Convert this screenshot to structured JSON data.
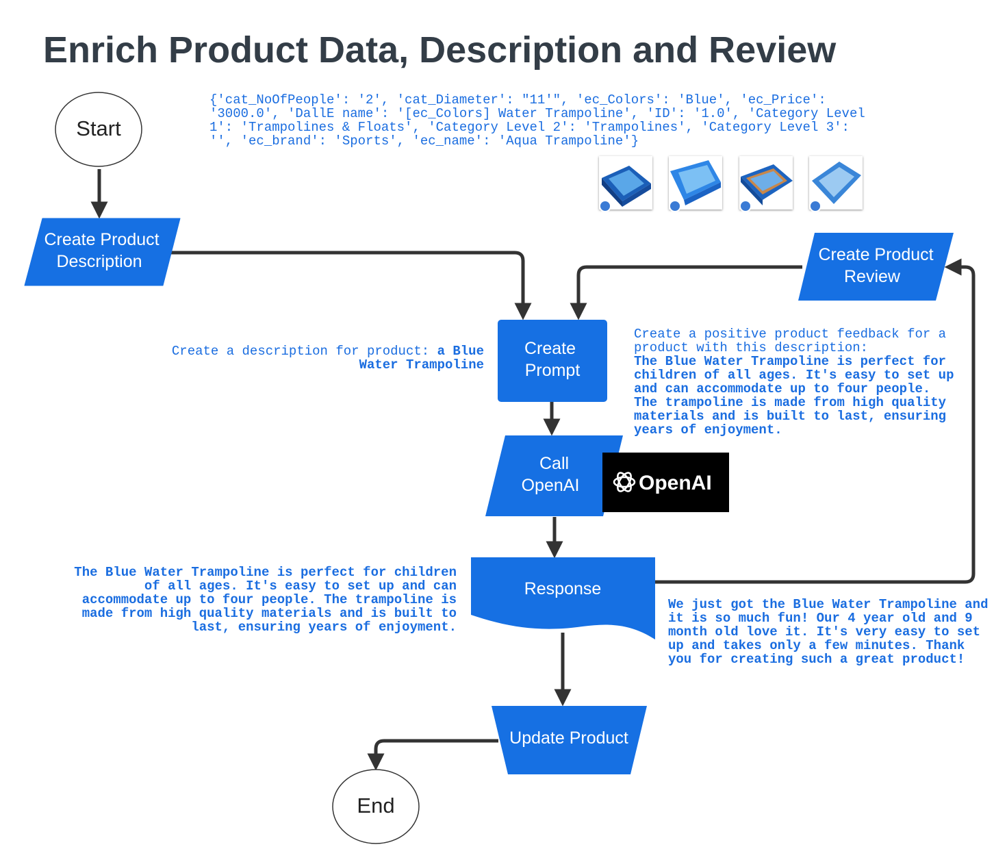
{
  "title": "Enrich Product Data, Description and Review",
  "product_json": "{'cat_NoOfPeople': '2', 'cat_Diameter': \"11'\", 'ec_Colors': 'Blue', 'ec_Price': '3000.0', 'DallE name': '[ec_Colors] Water Trampoline', 'ID': '1.0', 'Category Level 1': 'Trampolines & Floats', 'Category Level 2': 'Trampolines', 'Category Level 3': '', 'ec_brand': 'Sports', 'ec_name': 'Aqua Trampoline'}",
  "nodes": {
    "start": "Start",
    "create_description": [
      "Create Product",
      "Description"
    ],
    "create_review": [
      "Create Product",
      "Review"
    ],
    "create_prompt": [
      "Create",
      "Prompt"
    ],
    "call_openai": [
      "Call",
      "OpenAI"
    ],
    "response": "Response",
    "update_product": "Update Product",
    "end": "End"
  },
  "openai_logo_text": "OpenAI",
  "prompt_description": {
    "lead": "Create a description for product: ",
    "product": "a Blue Water Trampoline"
  },
  "prompt_review": {
    "lead": "Create a positive product feedback for a product with this description:",
    "body": "The Blue Water Trampoline is perfect for children of all ages. It's easy to set up and can accommodate up to four people. The trampoline is made from high quality materials and is built to last, ensuring years of enjoyment."
  },
  "response_description": "The Blue Water Trampoline is perfect for children of all ages. It's easy to set up and can accommodate up to four people. The trampoline is made from high quality materials and is built to last, ensuring years of enjoyment.",
  "response_review": "We just got the Blue Water Trampoline and it is so much fun! Our 4 year old and 9 month old love it. It's very easy to set up and takes only a few minutes. Thank you for creating such a great product!",
  "colors": {
    "node_fill": "#1670e3",
    "title": "#333d47",
    "text_blue": "#1a6de0",
    "connector": "#333333"
  },
  "thumbnails": [
    "trampoline-image-icon",
    "trampoline-image-icon",
    "trampoline-image-icon",
    "trampoline-image-icon"
  ]
}
